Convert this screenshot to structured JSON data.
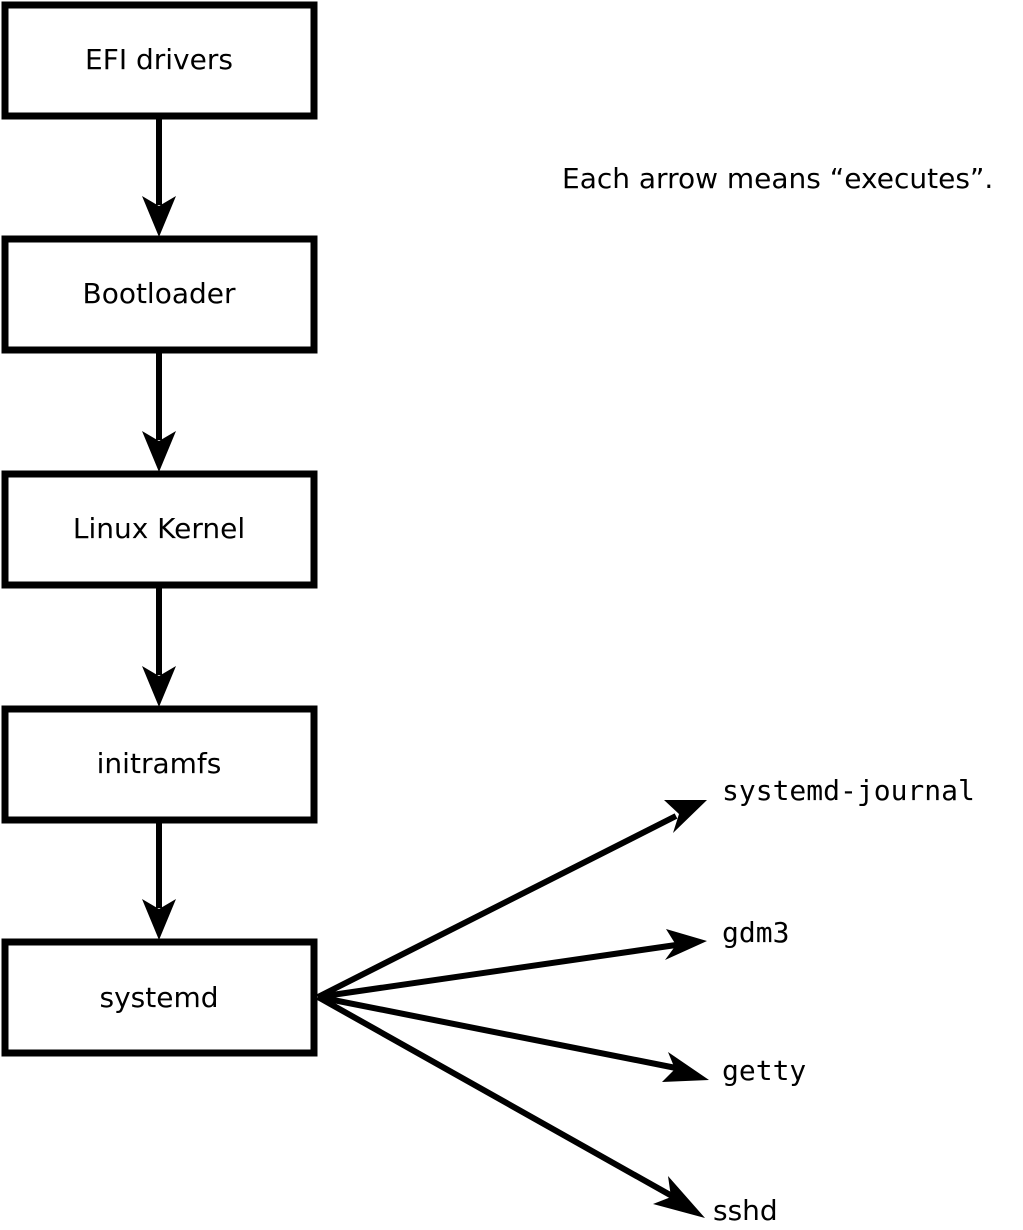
{
  "diagram": {
    "title_annotation": "Each arrow means “executes”.",
    "boot_chain": [
      {
        "id": "efi-drivers",
        "label": "EFI drivers"
      },
      {
        "id": "bootloader",
        "label": "Bootloader"
      },
      {
        "id": "linux-kernel",
        "label": "Linux Kernel"
      },
      {
        "id": "initramfs",
        "label": "initramfs"
      },
      {
        "id": "systemd",
        "label": "systemd"
      }
    ],
    "systemd_children": [
      {
        "id": "systemd-journal",
        "label": "systemd-journal",
        "font": "mono"
      },
      {
        "id": "gdm3",
        "label": "gdm3",
        "font": "mono"
      },
      {
        "id": "getty",
        "label": "getty",
        "font": "mono"
      },
      {
        "id": "sshd",
        "label": "sshd",
        "font": "sans"
      }
    ],
    "colors": {
      "background": "#ffffff",
      "stroke": "#000000",
      "box_fill": "#ffffff",
      "text": "#000000"
    }
  }
}
